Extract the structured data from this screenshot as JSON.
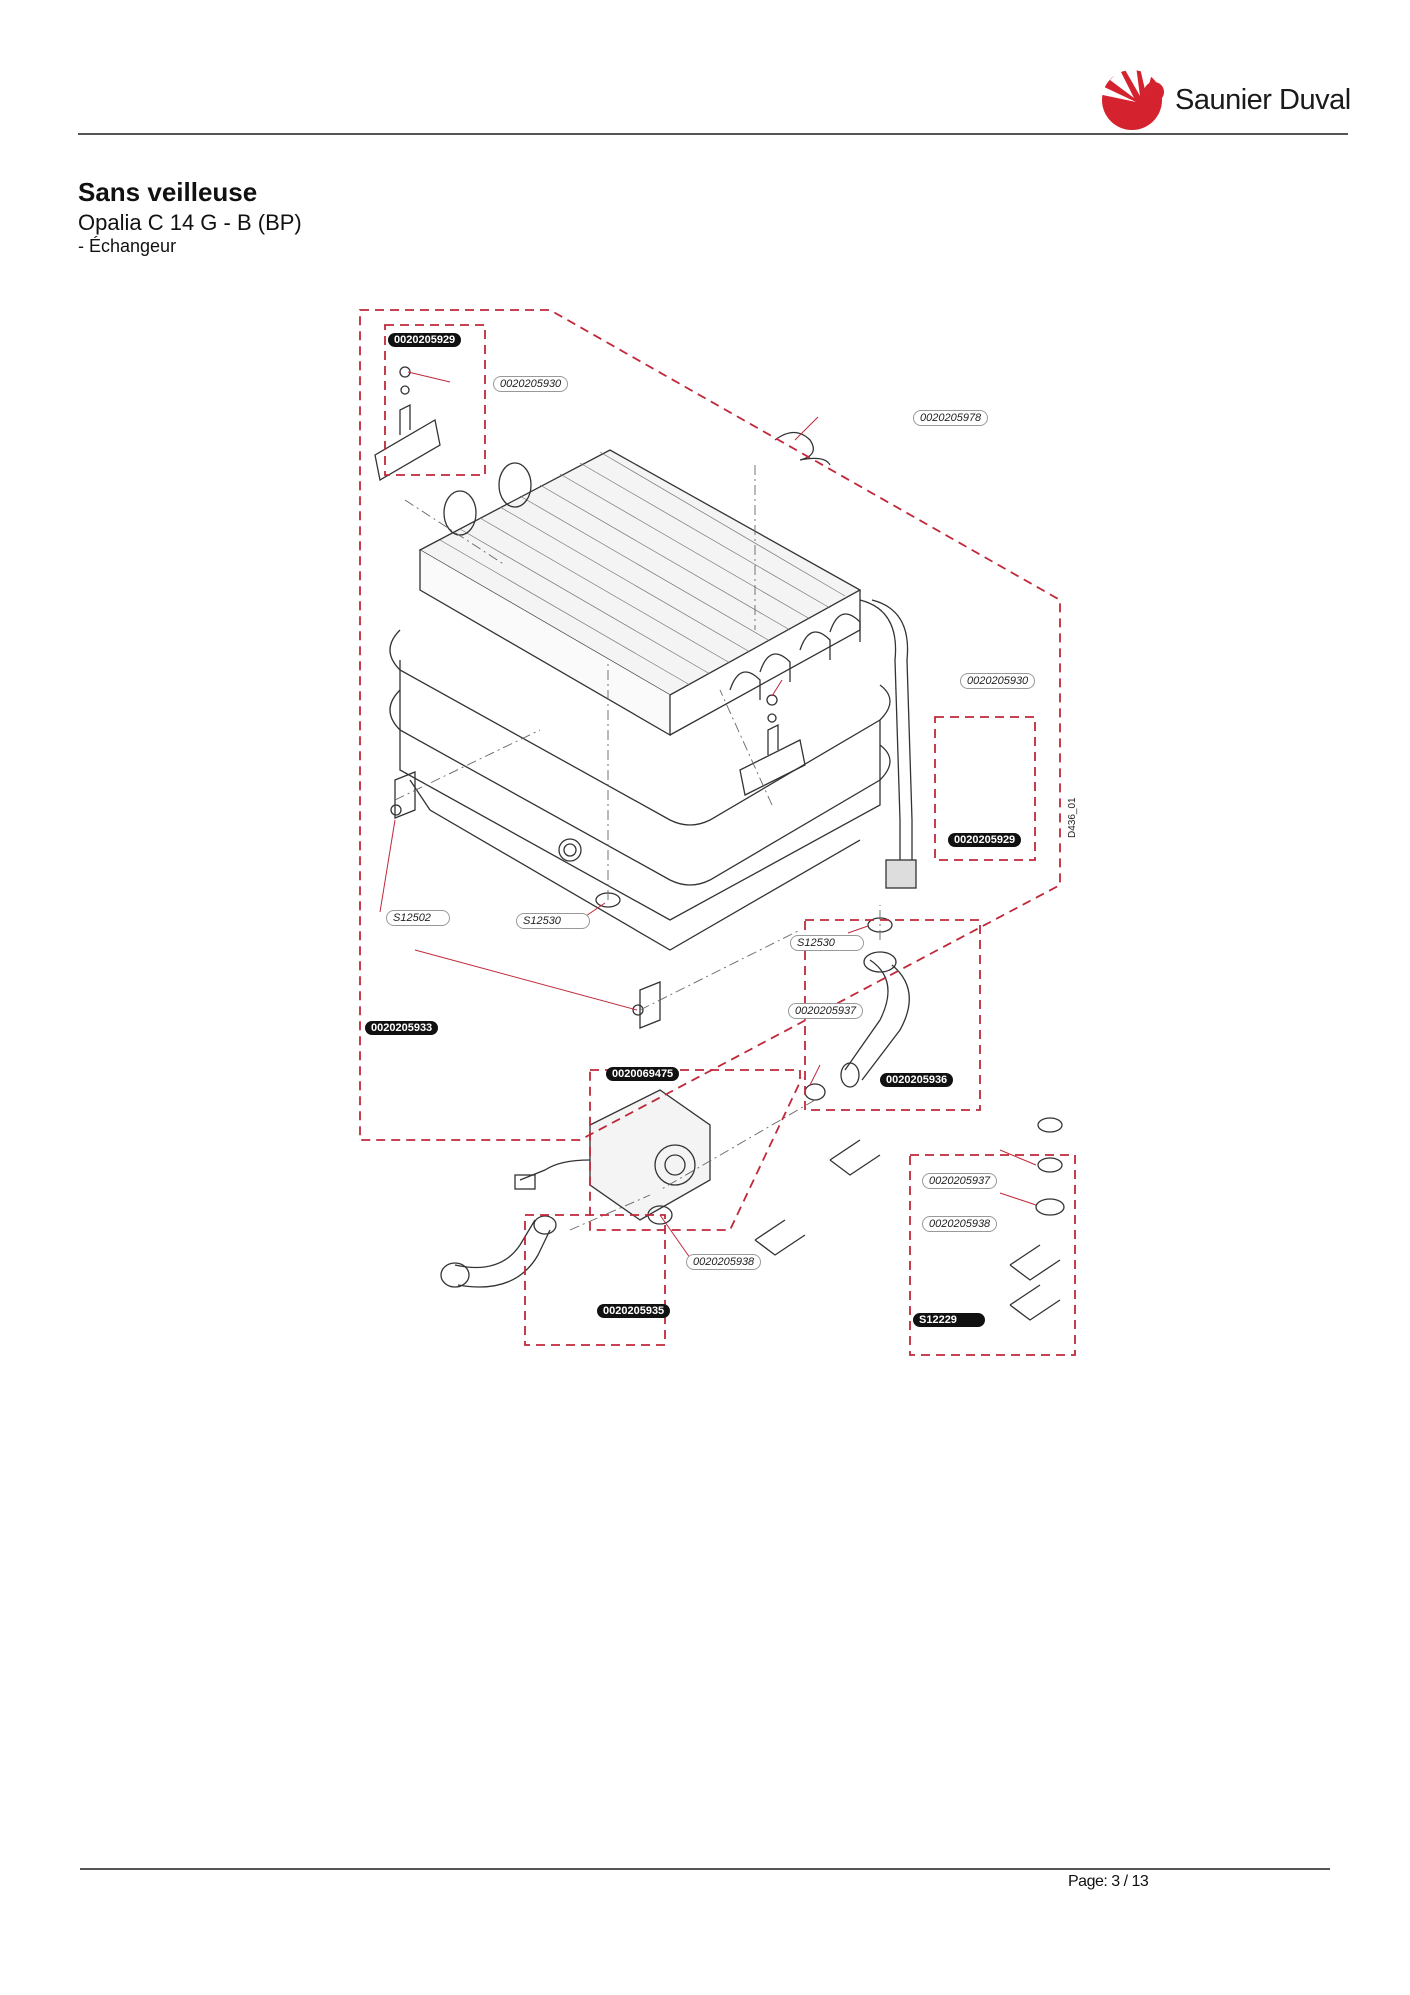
{
  "brand": {
    "name": "Saunier Duval",
    "color": "#d4222f"
  },
  "header": {
    "title": "Sans veilleuse",
    "subtitle": "Opalia C 14 G - B (BP)",
    "section": "- Échangeur"
  },
  "diagram": {
    "code": "D436_01",
    "colors": {
      "callout_frame": "#c0283a",
      "line": "#333333"
    },
    "labels": {
      "kit_top_left": "0020205929",
      "screw_top_left": "0020205930",
      "spring_clip": "0020205978",
      "screw_right": "0020205930",
      "kit_right": "0020205929",
      "screw_bottom_left": "S12502",
      "washer_left": "S12530",
      "washer_mid": "S12530",
      "exchanger_kit": "0020205933",
      "gasket_mid": "0020205937",
      "pipe_right": "0020205936",
      "valve": "0020069475",
      "gasket_small_1": "0020205937",
      "gasket_small_2": "0020205938",
      "gasket_lower": "0020205938",
      "pipe_left": "0020205935",
      "clip_kit": "S12229"
    }
  },
  "footer": {
    "page_label": "Page: 3 / 13"
  }
}
